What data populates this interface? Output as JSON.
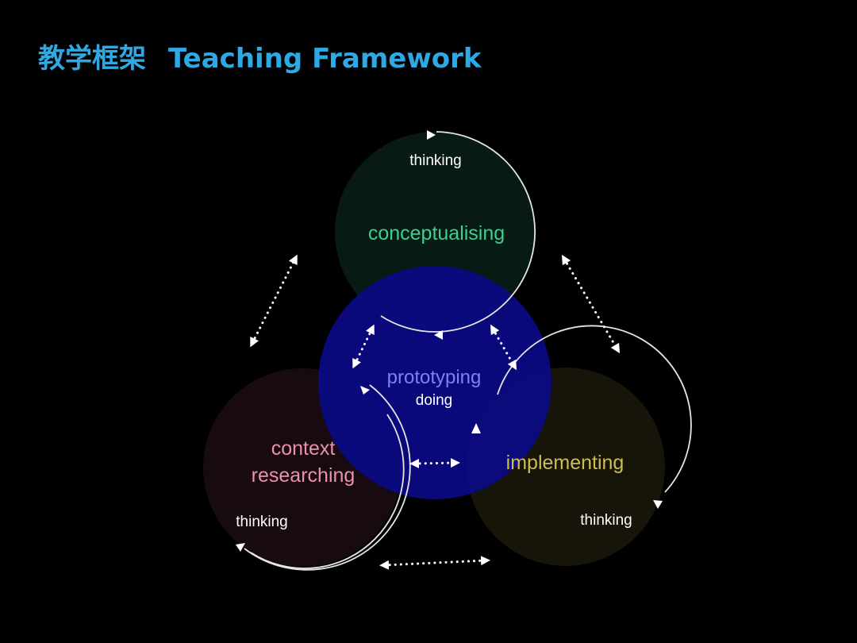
{
  "slide": {
    "title_zh": "教学框架",
    "title_en": "Teaching Framework",
    "title_color": "#2fa9e4"
  },
  "diagram": {
    "circles": {
      "top": {
        "label": "conceptualising",
        "sublabel": "thinking",
        "label_color": "#3ccf8e"
      },
      "left": {
        "label_line1": "context",
        "label_line2": "researching",
        "sublabel": "thinking",
        "label_color": "#ec8fb0"
      },
      "right": {
        "label": "implementing",
        "sublabel": "thinking",
        "label_color": "#cdbd55"
      },
      "center": {
        "label": "prototyping",
        "sublabel": "doing",
        "label_color": "#7f80ee",
        "fill_color": "#0a0a88"
      }
    },
    "arrow_color": "#ffffff",
    "outline_color": "#e6e6e6"
  }
}
